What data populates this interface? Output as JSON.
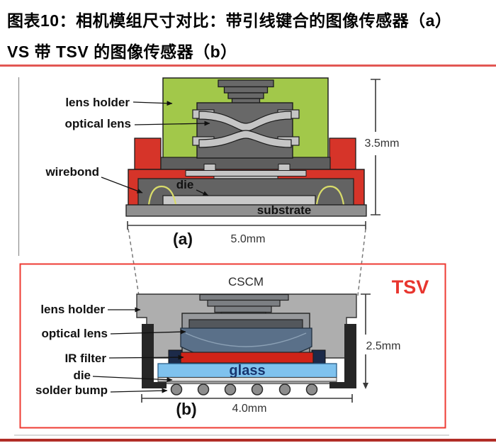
{
  "title": {
    "line1": "图表10：相机模组尺寸对比：带引线键合的图像传感器（a）",
    "line2": "VS 带 TSV 的图像传感器（b）"
  },
  "diagram_a": {
    "caption": "(a)",
    "labels": {
      "lens_holder": "lens holder",
      "optical_lens": "optical lens",
      "wirebond": "wirebond",
      "die": "die",
      "substrate": "substrate"
    },
    "dims": {
      "height": "3.5mm",
      "width": "5.0mm"
    }
  },
  "diagram_b": {
    "caption": "(b)",
    "heading": "CSCM",
    "badge": "TSV",
    "labels": {
      "lens_holder": "lens holder",
      "optical_lens": "optical lens",
      "ir_filter": "IR filter",
      "die": "die",
      "solder_bump": "solder bump",
      "glass": "glass"
    },
    "dims": {
      "height": "2.5mm",
      "width": "4.0mm"
    }
  },
  "colors": {
    "accent_red": "#e8352e",
    "module_red": "#d63429",
    "holder_green": "#a2c84a",
    "glass_blue": "#7fc2ee",
    "lens_blue": "#5a7089",
    "title_rule_red": "#e25753",
    "footer_rule_red": "#b12d27"
  }
}
